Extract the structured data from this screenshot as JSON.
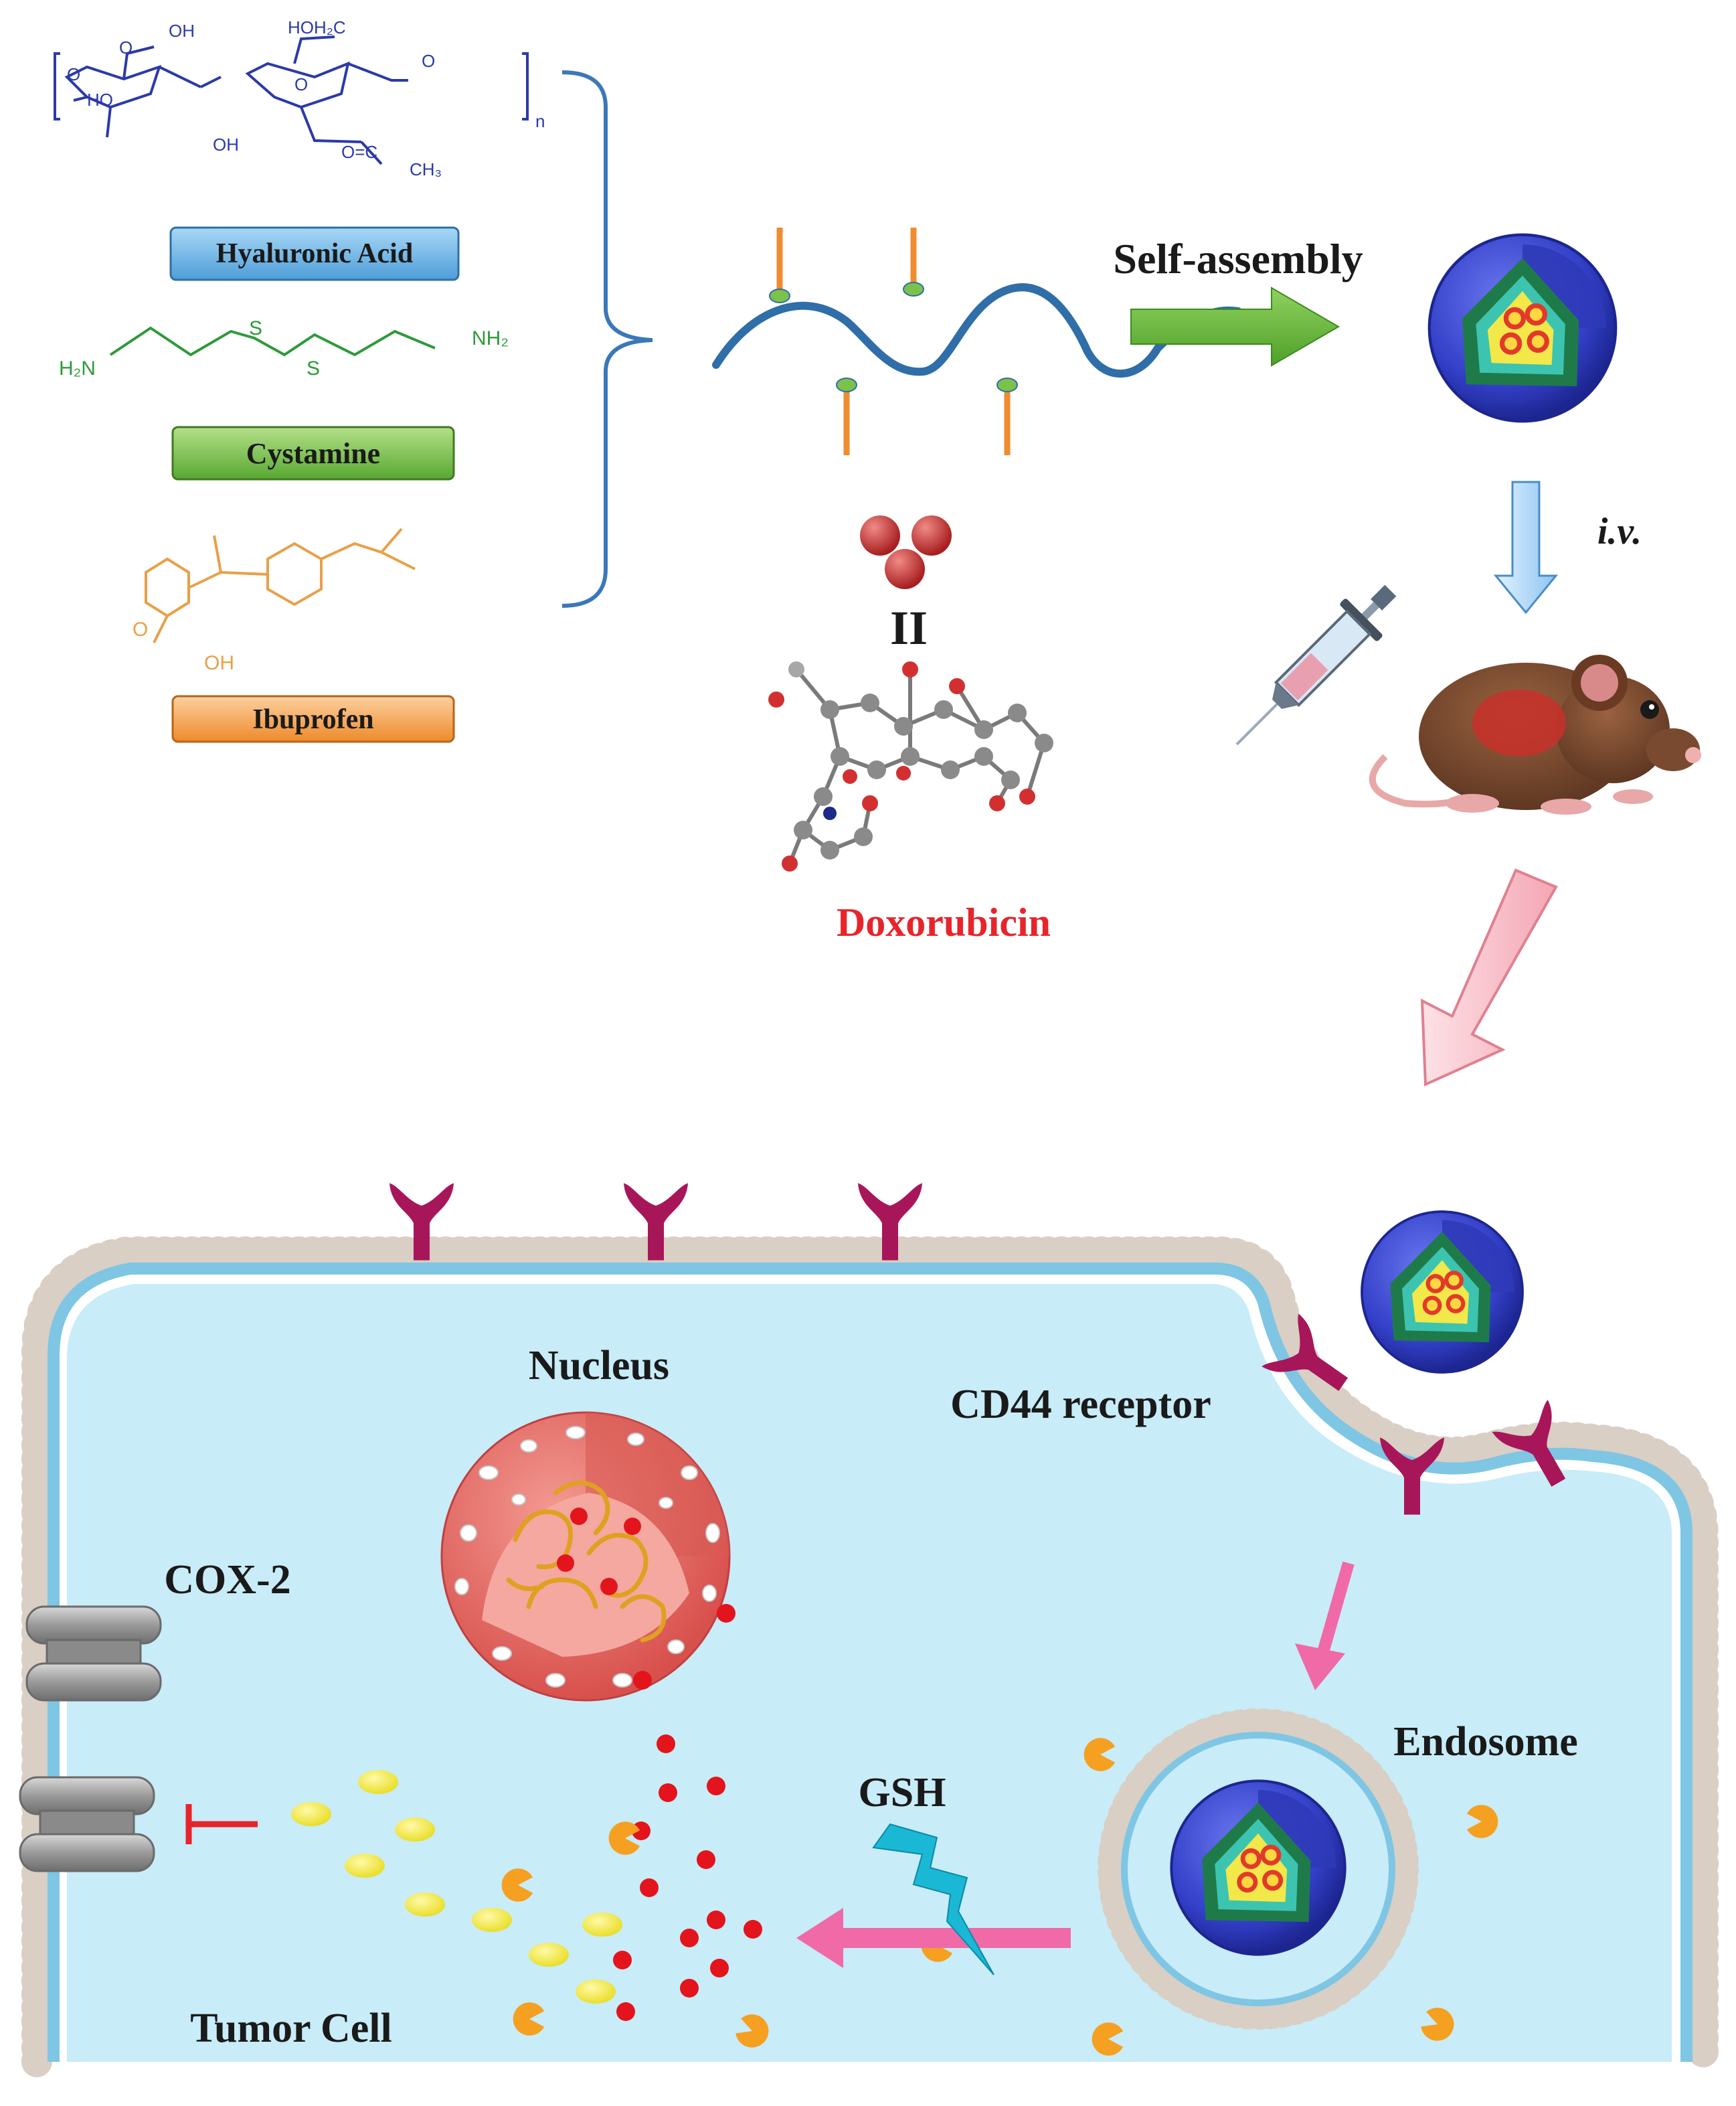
{
  "labels": {
    "hyaluronic_acid": "Hyaluronic Acid",
    "cystamine": "Cystamine",
    "ibuprofen": "Ibuprofen",
    "self_assembly": "Self-assembly",
    "iv": "i.v.",
    "doxorubicin": "Doxorubicin",
    "equals_sign": "II",
    "nucleus": "Nucleus",
    "cd44_receptor": "CD44 receptor",
    "cox2": "COX-2",
    "endosome": "Endosome",
    "gsh": "GSH",
    "tumor_cell": "Tumor Cell"
  },
  "chemistry": {
    "ha_atoms": [
      "OH",
      "O",
      "HO",
      "OH",
      "HOH₂C",
      "O",
      "O",
      "O",
      "O=C",
      "CH₃",
      "n"
    ],
    "cystamine_atoms": [
      "H₂N",
      "S",
      "S",
      "NH₂"
    ],
    "ibuprofen_atoms": [
      "O",
      "OH"
    ]
  },
  "colors": {
    "ha_structure": "#2b3aa8",
    "cystamine_structure": "#2e9a3a",
    "ibuprofen_structure": "#e8a048",
    "ha_label_bg": "#6fb4e3",
    "cystamine_label_bg": "#7cc24a",
    "ibuprofen_label_bg": "#f39b3a",
    "bracket": "#3a78b8",
    "polymer_backbone": "#2f6ea8",
    "self_assembly_arrow": "#6cbb3c",
    "doxorubicin_text": "#e8242b",
    "cell_interior": "#c8ecf8",
    "receptor": "#a8165a",
    "nucleus": "#e86a6a",
    "dox_dot": "#e3141c",
    "ibuprofen_dot": "#f2ec3c",
    "gsh_bolt": "#1ab8d4",
    "pink_arrow": "#f06aa8",
    "inhibit_mark": "#e8242b",
    "enzyme": "#f5a020"
  }
}
